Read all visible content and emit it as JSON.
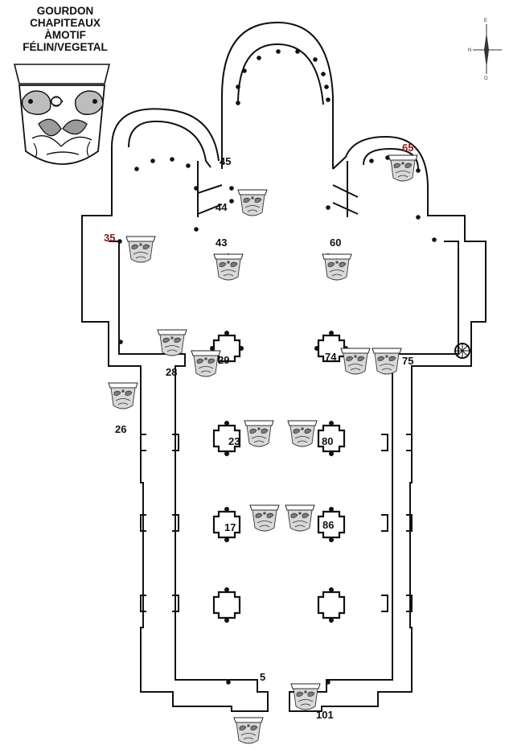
{
  "title_lines": [
    "GOURDON",
    "CHAPITEAUX",
    "ÀMOTIF",
    "FÉLIN/VEGETAL"
  ],
  "compass": {
    "north": "N",
    "east": "E",
    "west": "O"
  },
  "labels": [
    {
      "id": "lbl-65",
      "text": "65",
      "highlight": true
    },
    {
      "id": "lbl-45",
      "text": "45",
      "highlight": false
    },
    {
      "id": "lbl-44",
      "text": "44",
      "highlight": false
    },
    {
      "id": "lbl-43",
      "text": "43",
      "highlight": false
    },
    {
      "id": "lbl-60",
      "text": "60",
      "highlight": false
    },
    {
      "id": "lbl-35",
      "text": "35",
      "highlight": true
    },
    {
      "id": "lbl-29",
      "text": "29",
      "highlight": false
    },
    {
      "id": "lbl-28",
      "text": "28",
      "highlight": false
    },
    {
      "id": "lbl-74",
      "text": "74",
      "highlight": false
    },
    {
      "id": "lbl-75",
      "text": "75",
      "highlight": false
    },
    {
      "id": "lbl-26",
      "text": "26",
      "highlight": false
    },
    {
      "id": "lbl-23",
      "text": "23",
      "highlight": false
    },
    {
      "id": "lbl-80",
      "text": "80",
      "highlight": false
    },
    {
      "id": "lbl-17",
      "text": "17",
      "highlight": false
    },
    {
      "id": "lbl-86",
      "text": "86",
      "highlight": false
    },
    {
      "id": "lbl-5",
      "text": "5",
      "highlight": false
    },
    {
      "id": "lbl-101",
      "text": "101",
      "highlight": false
    }
  ]
}
